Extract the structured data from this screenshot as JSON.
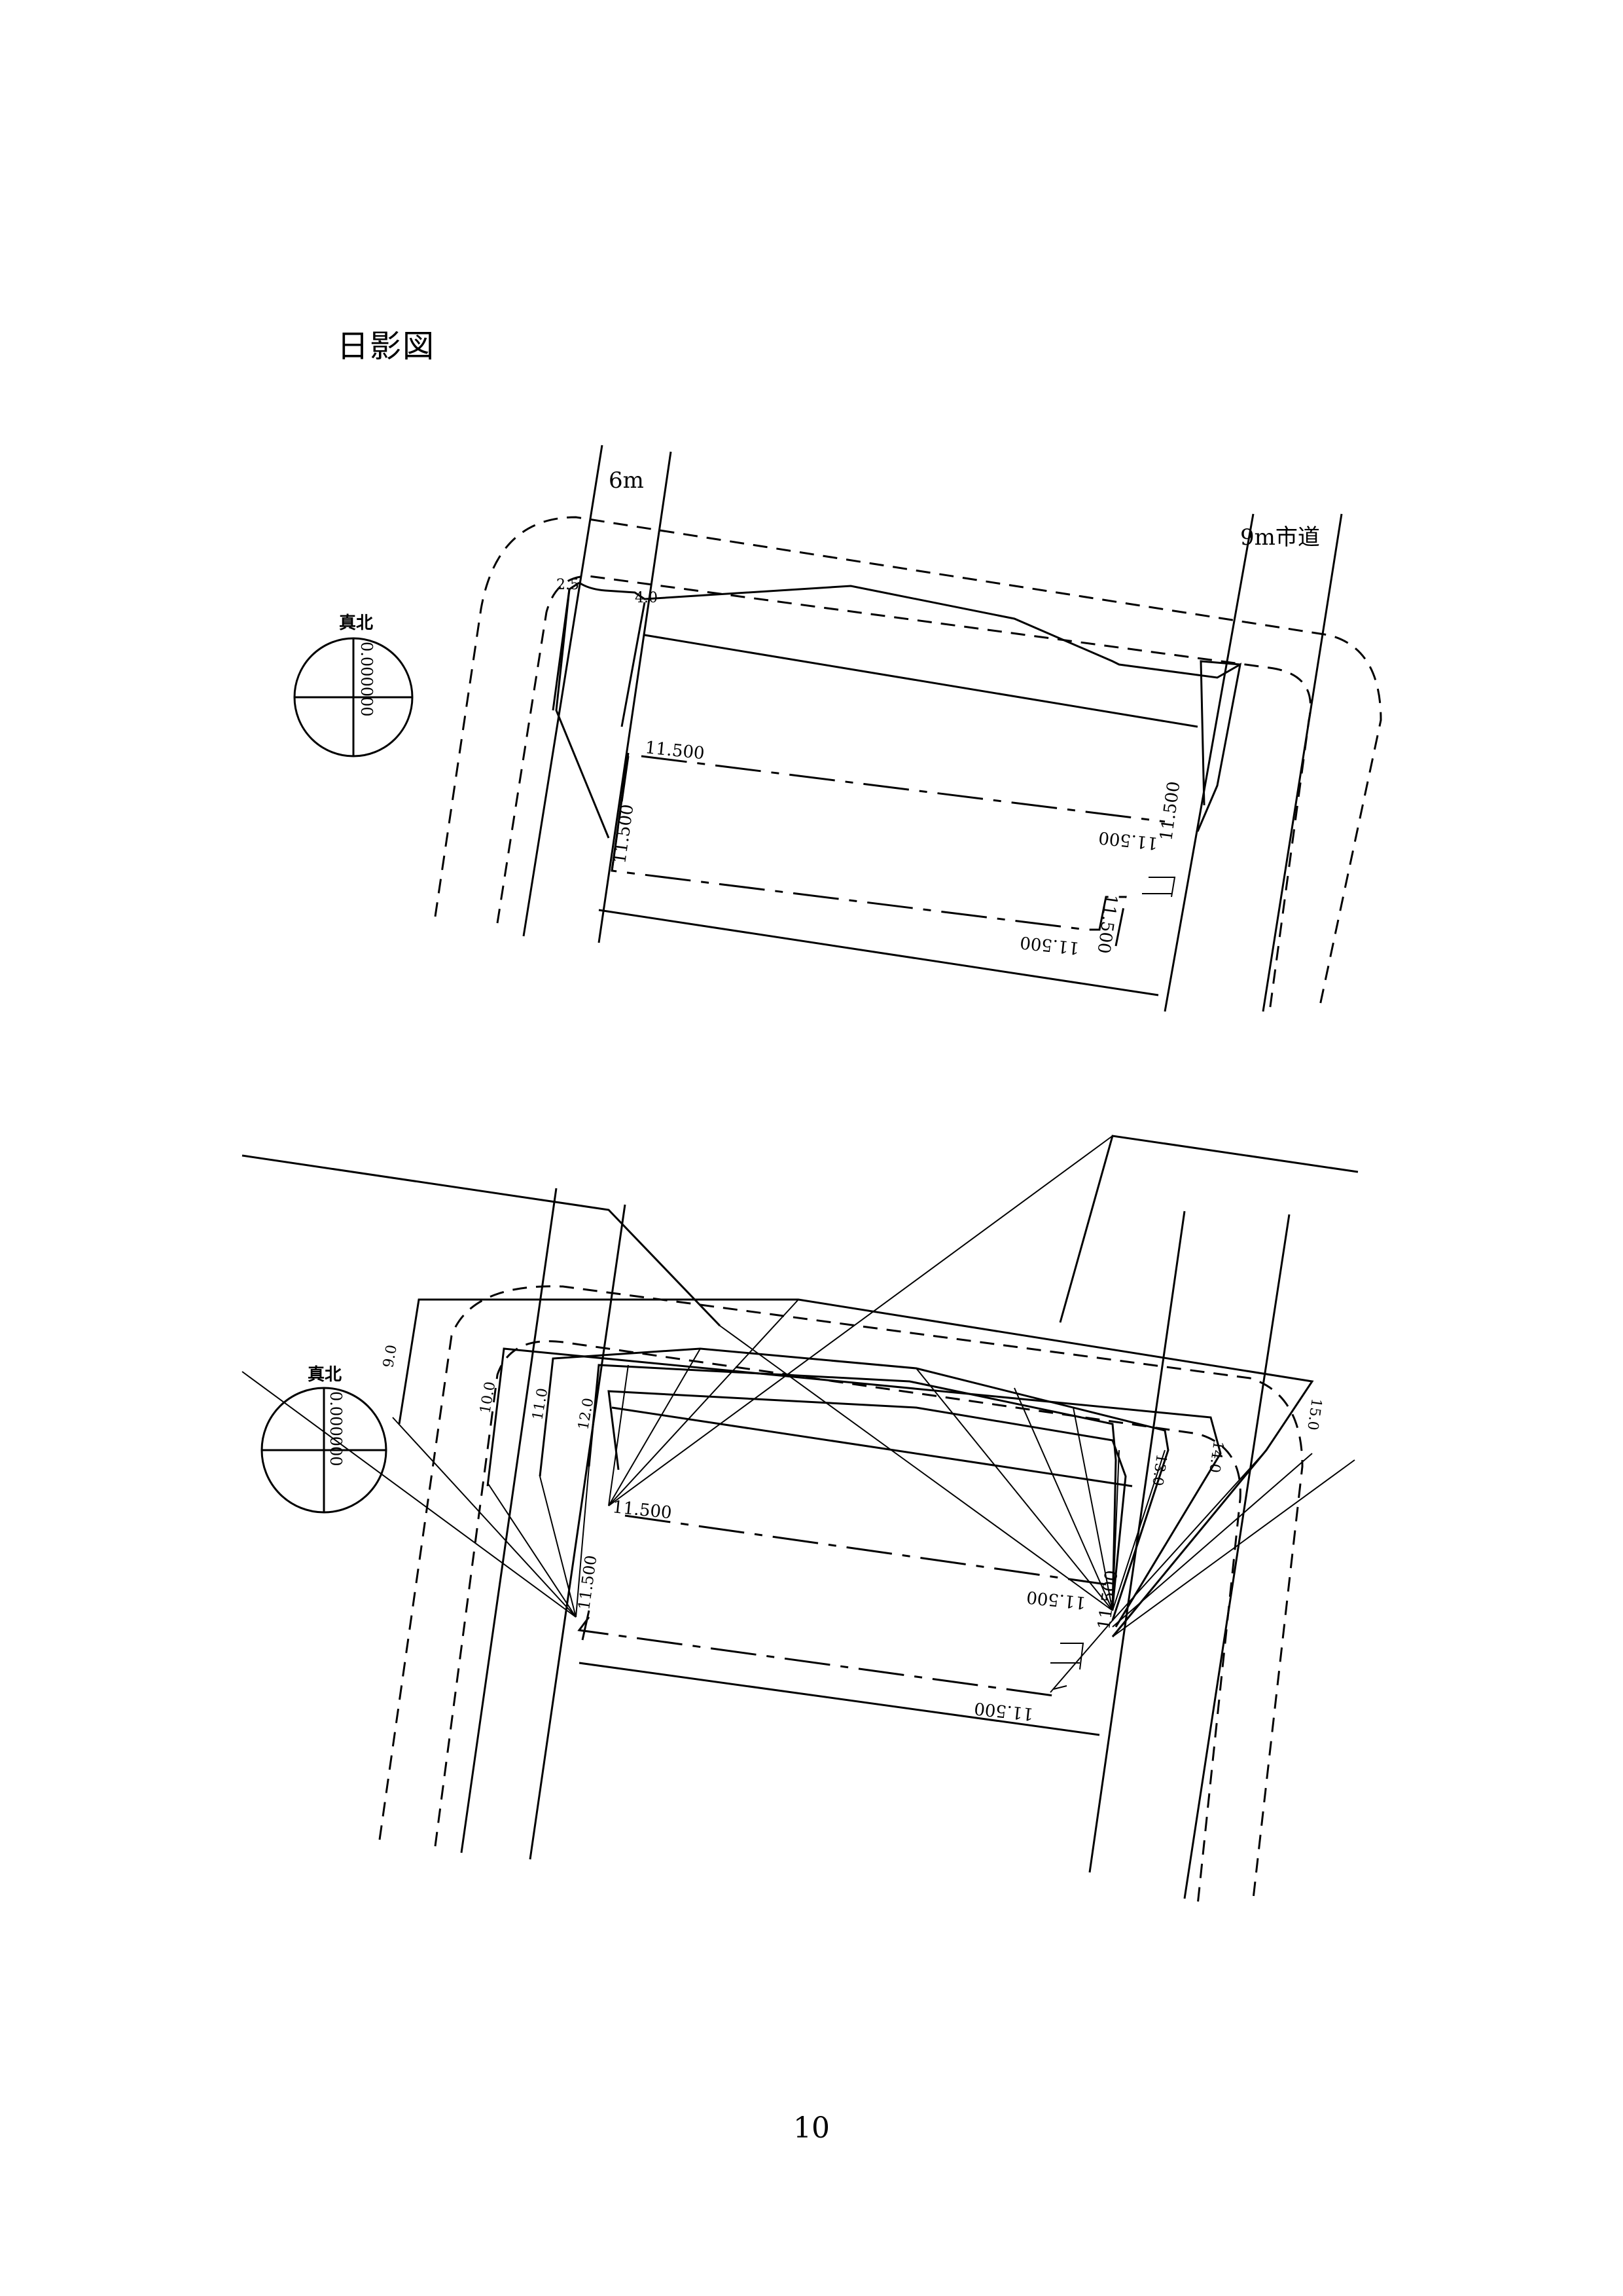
{
  "page": {
    "title": "日影図",
    "page_number": "10"
  },
  "upper_diagram": {
    "road_left_label": "6m",
    "road_right_label": "9m市道",
    "north_label": "真北",
    "north_value": "0.000000",
    "corner_left_small": "2.5",
    "corner_left_height": "4.0",
    "dim_top": "11.500",
    "dim_left": "11.500",
    "dim_right_a": "11.500",
    "dim_right_b": "11.500",
    "dim_right_c": "11.500",
    "dim_bottom": "11.500"
  },
  "lower_diagram": {
    "north_label": "真北",
    "north_value": "0.000000",
    "contour_labels": [
      "9.0",
      "10.0",
      "11.0",
      "12.0",
      "13.0",
      "14.0",
      "15.0"
    ],
    "dim_top": "11.500",
    "dim_left": "11.500",
    "dim_right_a": "11.500",
    "dim_right_b": "11.500",
    "dim_bottom": "11.500"
  }
}
